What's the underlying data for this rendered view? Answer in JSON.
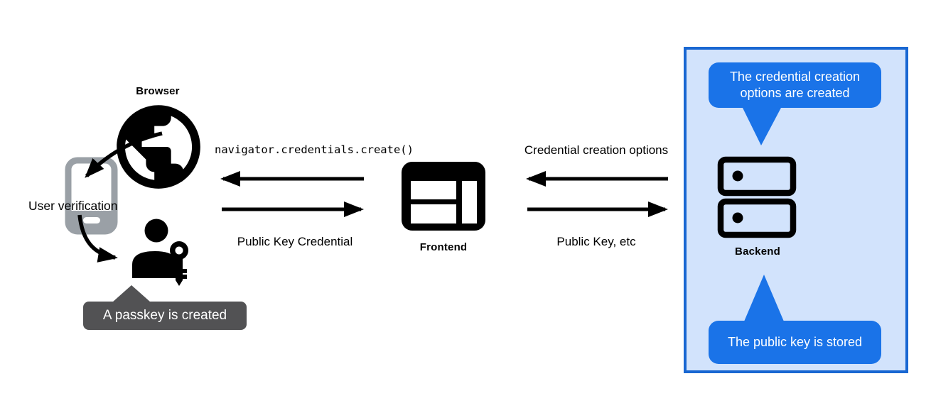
{
  "colors": {
    "bubble_blue": "#1a73e8",
    "box_border": "#1967d2",
    "box_fill": "#d2e3fc",
    "tooltip_gray": "#525254",
    "phone_gray": "#9aa0a6",
    "ink": "#000000"
  },
  "browser": {
    "label": "Browser",
    "user_verification": "User verification",
    "tooltip": "A passkey is created"
  },
  "frontend": {
    "label": "Frontend"
  },
  "backend": {
    "label": "Backend",
    "bubble_top": "The credential creation options are created",
    "bubble_bottom": "The public key is stored"
  },
  "messages": {
    "frontend_to_browser": "navigator.credentials.create()",
    "browser_to_frontend": "Public Key Credential",
    "backend_to_frontend": "Credential creation options",
    "frontend_to_backend": "Public Key, etc"
  },
  "icons": {
    "browser": "globe-icon",
    "authenticator": "smartphone-icon",
    "user": "person-with-key-icon",
    "frontend": "browser-window-icon",
    "backend": "server-stack-icon"
  }
}
